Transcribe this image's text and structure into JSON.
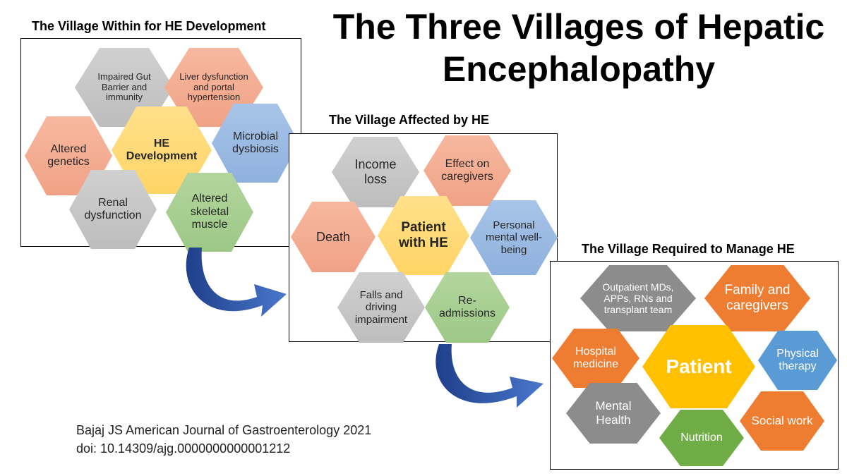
{
  "title": "The Three Villages of Hepatic Encephalopathy",
  "panels": {
    "within": {
      "title": "The Village Within for HE Development",
      "hexes": {
        "gut": "Impaired Gut Barrier and immunity",
        "liver": "Liver dysfunction and portal hypertension",
        "genetics": "Altered genetics",
        "center": "HE Development",
        "microbial": "Microbial dysbiosis",
        "renal": "Renal dysfunction",
        "muscle": "Altered skeletal muscle"
      }
    },
    "affected": {
      "title": "The Village Affected by HE",
      "hexes": {
        "income": "Income loss",
        "caregivers": "Effect on caregivers",
        "death": "Death",
        "center": "Patient with HE",
        "mental": "Personal mental well-being",
        "falls": "Falls and driving impairment",
        "readmissions": "Re-admissions"
      }
    },
    "manage": {
      "title": "The Village Required to Manage HE",
      "hexes": {
        "outpatient": "Outpatient MDs, APPs, RNs and transplant team",
        "family": "Family and caregivers",
        "hospital": "Hospital medicine",
        "center": "Patient",
        "physical": "Physical therapy",
        "mental": "Mental Health",
        "social": "Social work",
        "nutrition": "Nutrition"
      }
    }
  },
  "citation": {
    "line1": "Bajaj JS American Journal of Gastroenterology 2021",
    "line2": "doi: 10.14309/ajg.0000000000001212"
  },
  "colors": {
    "arrow": "#3a62b8",
    "accent_orange": "#ee7d31",
    "accent_gold": "#ffc000",
    "accent_blue": "#5b9bd5",
    "accent_green": "#70ad47"
  },
  "icons": [
    "curved-arrow-icon",
    "curved-arrow-icon"
  ]
}
